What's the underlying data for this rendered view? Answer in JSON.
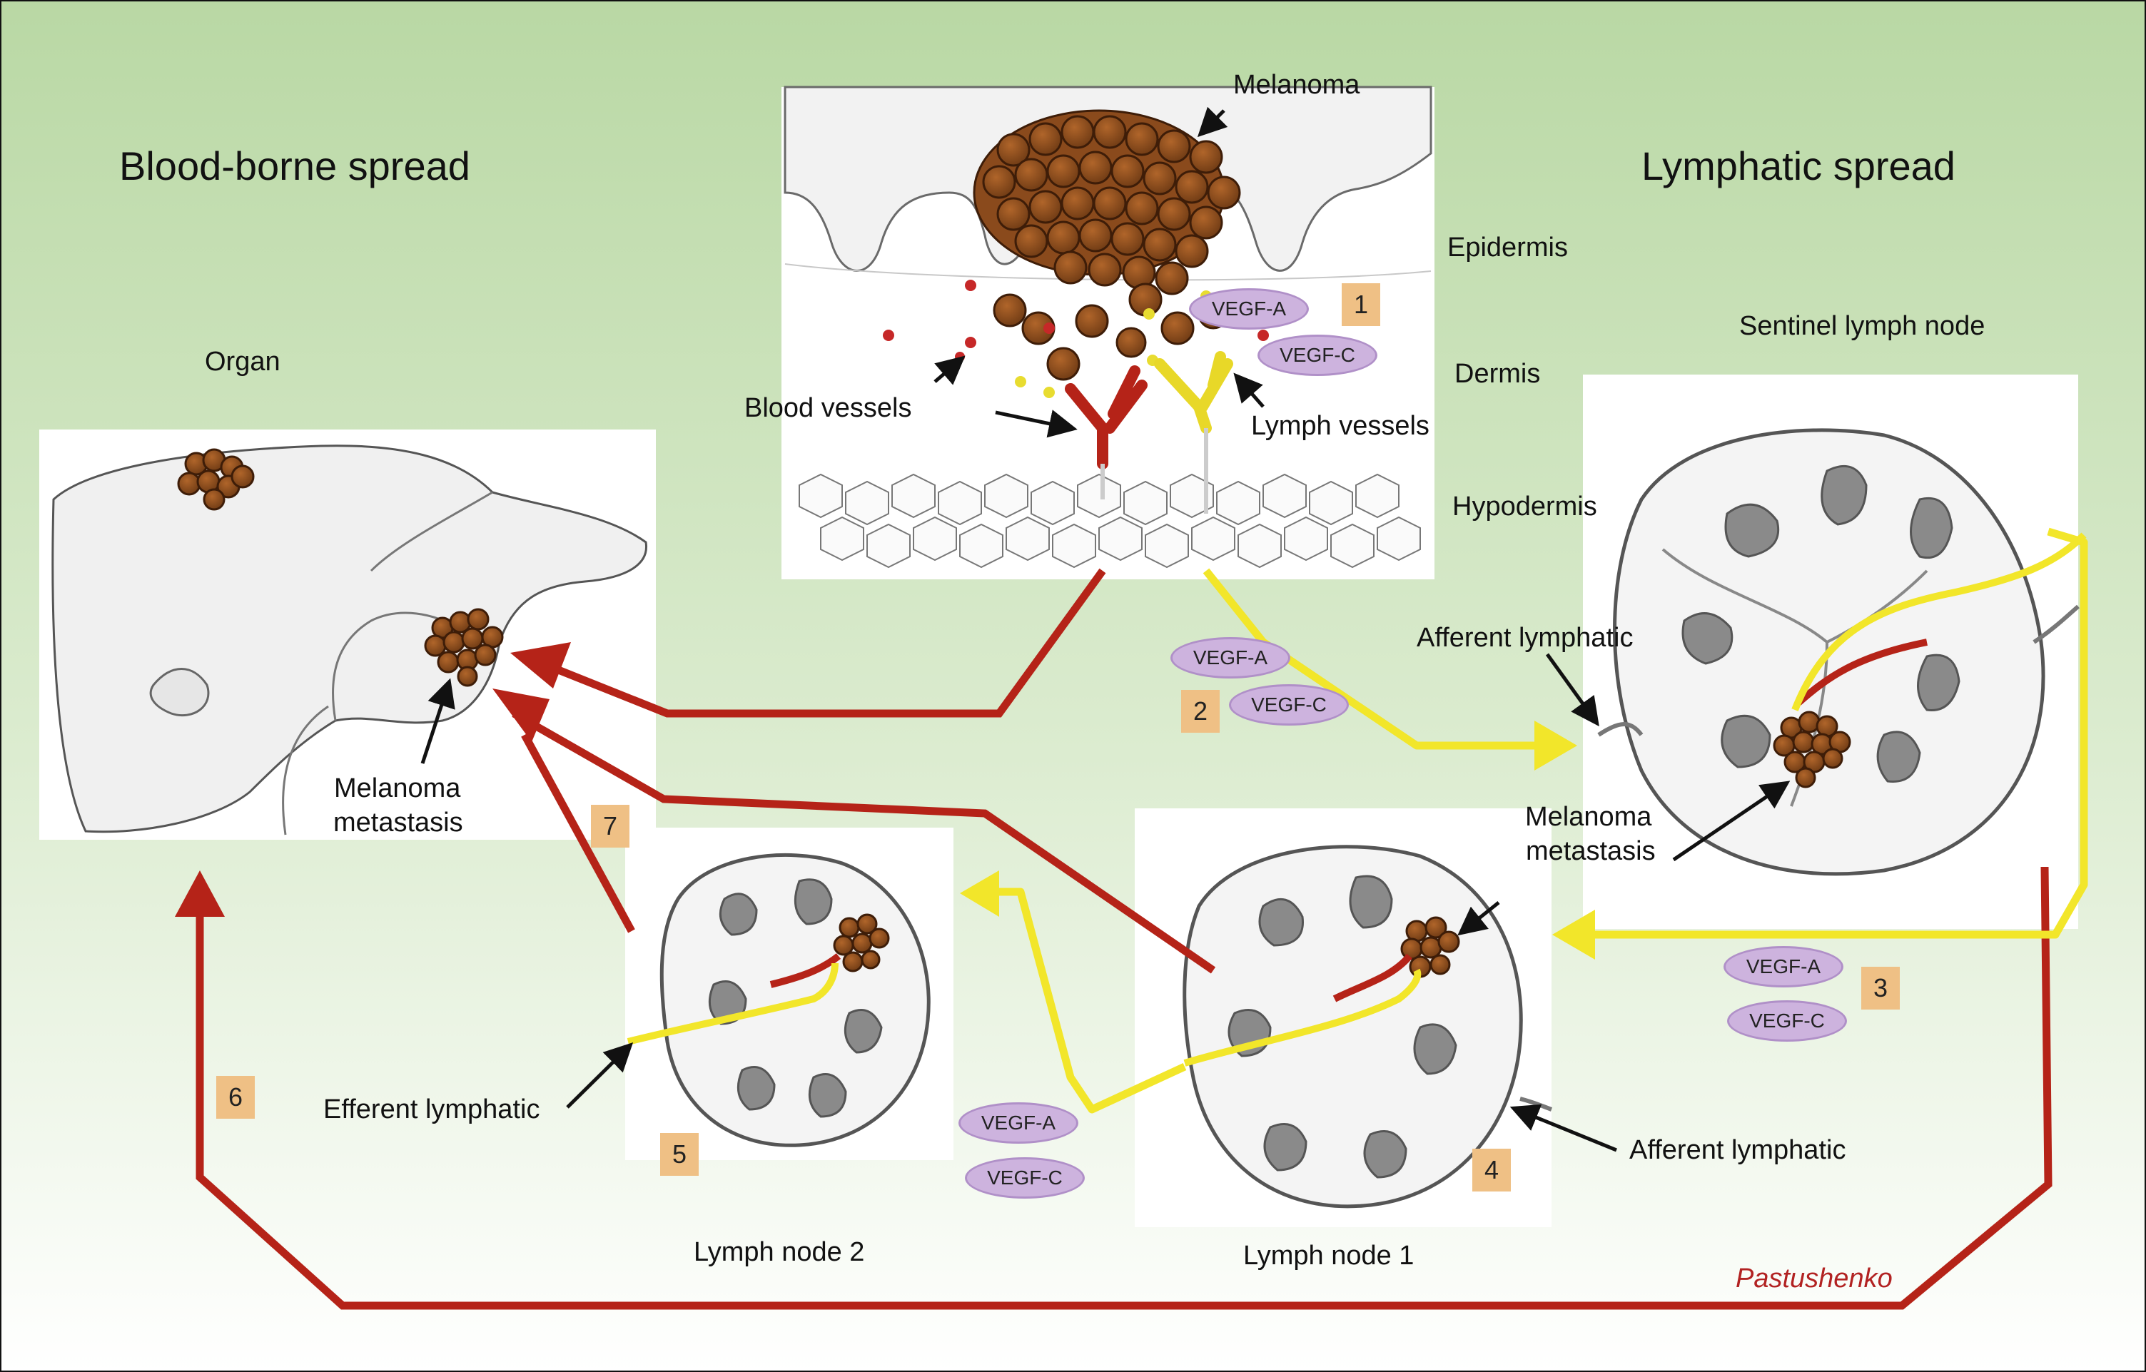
{
  "sections": {
    "left_title": "Blood-borne spread",
    "right_title": "Lymphatic spread"
  },
  "skin": {
    "melanoma": "Melanoma",
    "epidermis": "Epidermis",
    "dermis": "Dermis",
    "hypodermis": "Hypodermis",
    "blood_vessels": "Blood vessels",
    "lymph_vessels": "Lymph vessels"
  },
  "organ": {
    "title": "Organ",
    "metastasis_line1": "Melanoma",
    "metastasis_line2": "metastasis"
  },
  "sentinel": {
    "title": "Sentinel lymph node",
    "afferent": "Afferent lymphatic",
    "metastasis_line1": "Melanoma",
    "metastasis_line2": "metastasis"
  },
  "node1": {
    "title": "Lymph node 1",
    "afferent": "Afferent lymphatic"
  },
  "node2": {
    "title": "Lymph node 2",
    "efferent": "Efferent lymphatic"
  },
  "factors": {
    "vegf_a": "VEGF-A",
    "vegf_c": "VEGF-C"
  },
  "steps": [
    "1",
    "2",
    "3",
    "4",
    "5",
    "6",
    "7"
  ],
  "credit": "Pastushenko",
  "colors": {
    "blood": "#b52318",
    "lymph": "#f2e62a",
    "tumor": "#8a4a1c",
    "badge": "#efc085",
    "vegf": "#cdb3de",
    "bg_top": "#b9d8a4",
    "bg_bottom": "#ffffff"
  }
}
